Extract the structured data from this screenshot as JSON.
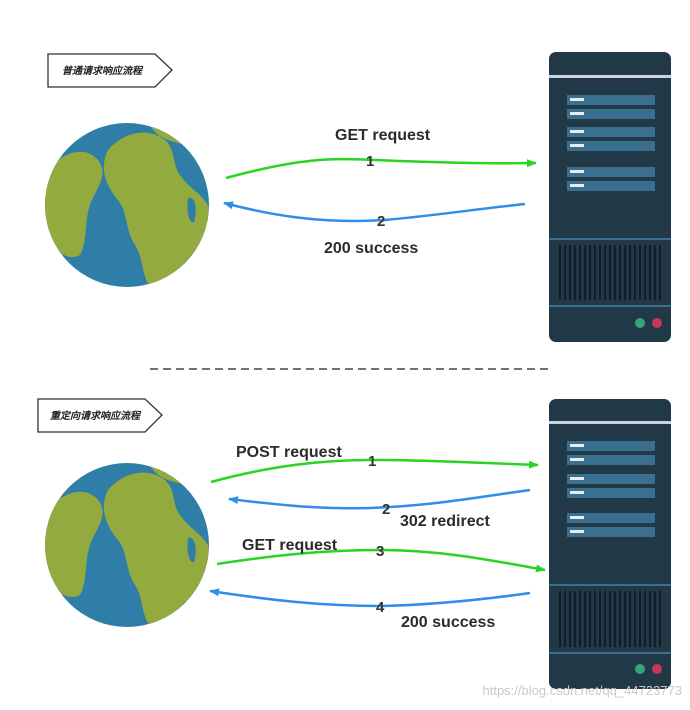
{
  "sections": [
    {
      "tag": "普通请求响应流程",
      "arrows": [
        {
          "step": "1",
          "label": "GET request",
          "direction": "to-server",
          "color": "#2ad324"
        },
        {
          "step": "2",
          "label": "200 success",
          "direction": "to-client",
          "color": "#2f8ee8"
        }
      ]
    },
    {
      "tag": "重定向请求响应流程",
      "arrows": [
        {
          "step": "1",
          "label": "POST request",
          "direction": "to-server",
          "color": "#2ad324"
        },
        {
          "step": "2",
          "label": "302 redirect",
          "direction": "to-client",
          "color": "#2f8ee8"
        },
        {
          "step": "3",
          "label": "GET request",
          "direction": "to-server",
          "color": "#2ad324"
        },
        {
          "step": "4",
          "label": "200 success",
          "direction": "to-client",
          "color": "#2f8ee8"
        }
      ]
    }
  ],
  "watermark": "https://blog.csdn.net/qq_44723773",
  "colors": {
    "ocean": "#2f7ea7",
    "land": "#93ab3e",
    "server_body": "#213847",
    "server_accent": "#3b6f90",
    "request": "#2ad324",
    "response": "#2f8ee8"
  },
  "icons": [
    "globe-icon",
    "server-icon"
  ]
}
